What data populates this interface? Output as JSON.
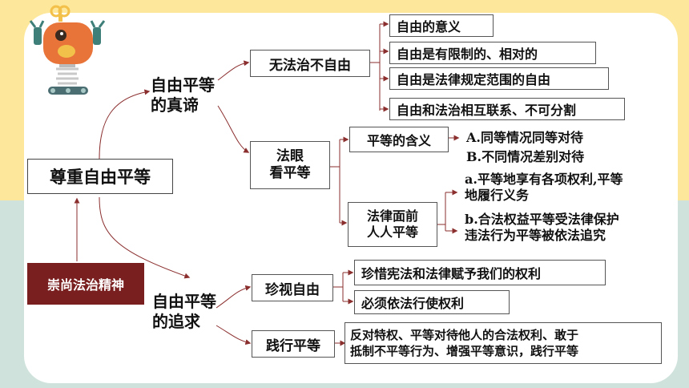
{
  "root": "尊重自由平等",
  "side_label": "崇尚法治精神",
  "branch_truth": "自由平等\n的真谛",
  "branch_pursuit": "自由平等\n的追求",
  "node_no_law": "无法治不自由",
  "no_law_items": [
    "自由的意义",
    "自由是有限制的、相对的",
    "自由是法律规定范围的自由",
    "自由和法治相互联系、不可分割"
  ],
  "node_law_eye": "法眼\n看平等",
  "node_equality_meaning": "平等的含义",
  "equality_meaning_items": [
    "A.同等情况同等对待",
    "B.不同情况差别对待"
  ],
  "node_equal_before_law": "法律面前\n人人平等",
  "equal_before_law_items": [
    "a.平等地享有各项权利,平等\n地履行义务",
    "b.合法权益平等受法律保护\n违法行为平等被依法追究"
  ],
  "node_cherish_freedom": "珍视自由",
  "cherish_items": [
    "珍惜宪法和法律赋予我们的权利",
    "必须依法行使权利"
  ],
  "node_practice_equality": "践行平等",
  "practice_text": "反对特权、平等对待他人的合法权利、敢于\n抵制不平等行为、增强平等意识，践行平等",
  "colors": {
    "accent": "#7a1f1f",
    "arrow": "#8b2e2e",
    "band_top": "#fde79a",
    "band_bottom": "#cfe3dc"
  }
}
